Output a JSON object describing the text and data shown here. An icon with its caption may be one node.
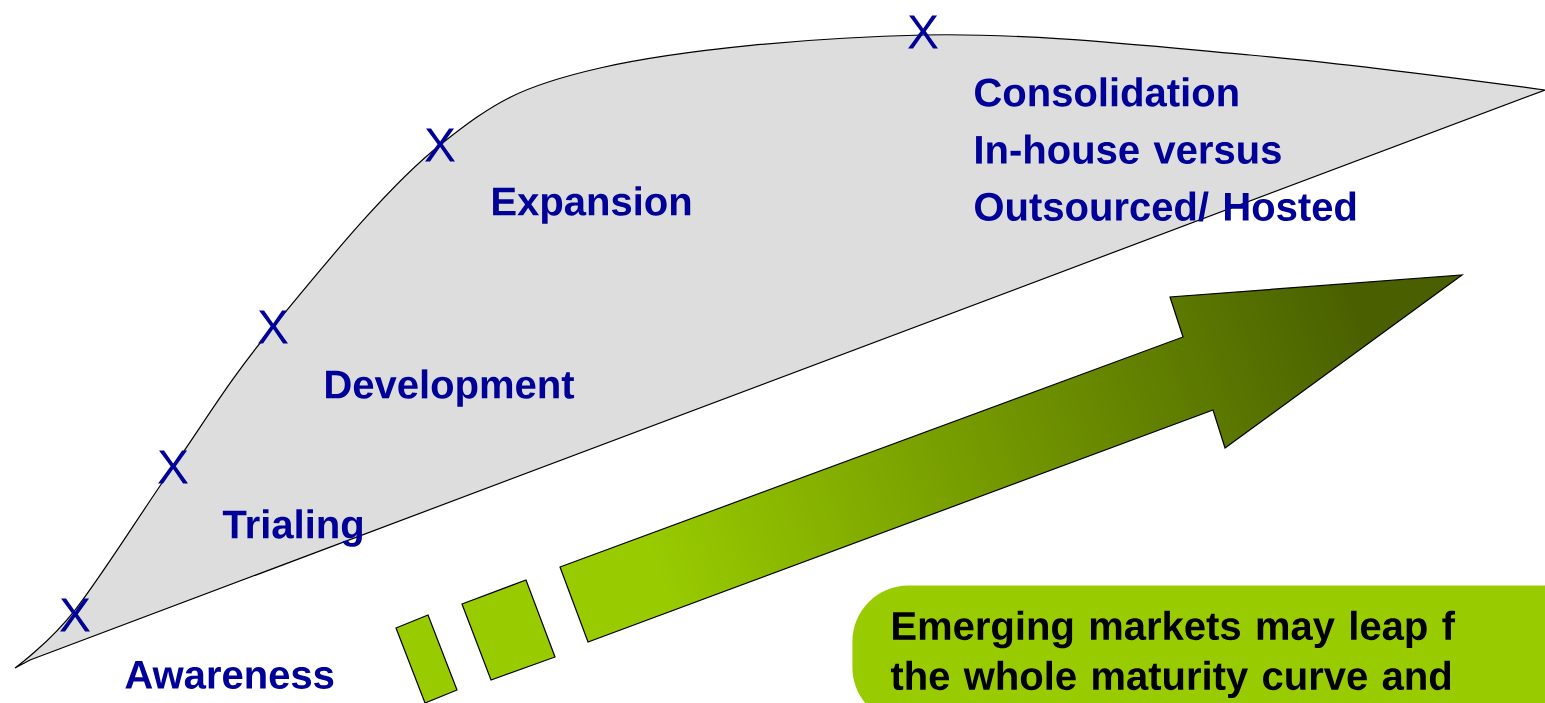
{
  "diagram": {
    "nodes": [
      {
        "text": [
          "Emerging markets may leap f",
          "the whole maturity curve and"
        ]
      }
    ],
    "labels": [
      "X",
      "Consolidation",
      "In-house versus Outsourced/ Hosted",
      "X",
      "Expansion",
      "X",
      "Development",
      "X",
      "Trialing",
      "X",
      "Awareness"
    ]
  }
}
